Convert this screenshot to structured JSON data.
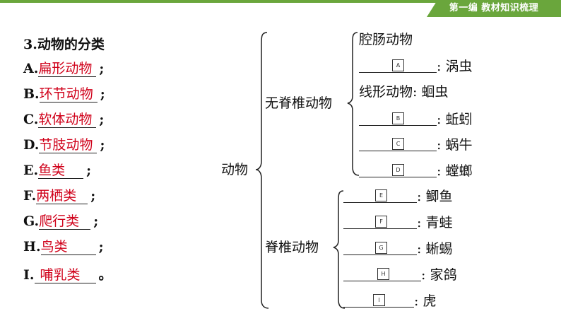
{
  "header": {
    "tag": "第一编 教材知识梳理"
  },
  "list": {
    "title": "3.动物的分类",
    "items": [
      {
        "label": "A.",
        "answer": "扁形动物",
        "punct": ";"
      },
      {
        "label": "B.",
        "answer": "环节动物",
        "punct": ";"
      },
      {
        "label": "C.",
        "answer": "软体动物",
        "punct": ";"
      },
      {
        "label": "D.",
        "answer": "节肢动物",
        "punct": ";"
      },
      {
        "label": "E.",
        "answer": "鱼类",
        "punct": ";"
      },
      {
        "label": "F.",
        "answer": "两栖类",
        "punct": ";"
      },
      {
        "label": "G.",
        "answer": "爬行类",
        "punct": ";"
      },
      {
        "label": "H.",
        "answer": "鸟类",
        "punct": ";"
      },
      {
        "label": "I.",
        "answer": "哺乳类",
        "punct": "。"
      }
    ]
  },
  "tree": {
    "root": "动物",
    "invertebrate": {
      "label": "无脊椎动物",
      "children": [
        {
          "text": "腔肠动物"
        },
        {
          "box": "A",
          "example": ": 涡虫"
        },
        {
          "text": "线形动物: 蛔虫"
        },
        {
          "box": "B",
          "example": ": 蚯蚓"
        },
        {
          "box": "C",
          "example": ": 蜗牛"
        },
        {
          "box": "D",
          "example": ": 螳螂"
        }
      ]
    },
    "vertebrate": {
      "label": "脊椎动物",
      "children": [
        {
          "box": "E",
          "example": ": 鲫鱼"
        },
        {
          "box": "F",
          "example": ": 青蛙"
        },
        {
          "box": "G",
          "example": ": 蜥蜴"
        },
        {
          "box": "H",
          "example": ": 家鸽"
        },
        {
          "box": "I",
          "example": ": 虎"
        }
      ]
    }
  }
}
